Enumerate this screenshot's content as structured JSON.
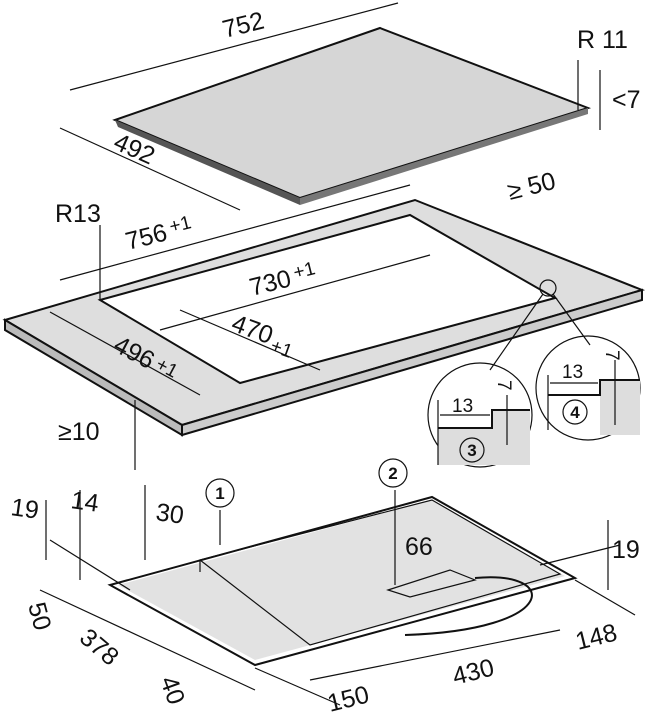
{
  "hob": {
    "width": "752",
    "depth": "492",
    "corner_radius": "R 11",
    "thickness": "<7"
  },
  "cutout": {
    "corner_radius": "R13",
    "outer_width": "756",
    "outer_width_tol": "+1",
    "inner_width": "730",
    "inner_width_tol": "+1",
    "inner_depth": "470",
    "inner_depth_tol": "+1",
    "outer_depth": "496",
    "outer_depth_tol": "+1",
    "rear_clearance": "≥ 50",
    "front_clearance": "≥10"
  },
  "detail_3": {
    "number": "3",
    "width": "13",
    "height": "7"
  },
  "detail_4": {
    "number": "4",
    "width": "13",
    "height": "7"
  },
  "underside": {
    "callout_1": "1",
    "callout_2": "2",
    "dims": {
      "d19_left": "19",
      "d14": "14",
      "d30": "30",
      "d66": "66",
      "d19_right": "19",
      "d50": "50",
      "d378": "378",
      "d40": "40",
      "d150": "150",
      "d430": "430",
      "d148": "148"
    }
  }
}
